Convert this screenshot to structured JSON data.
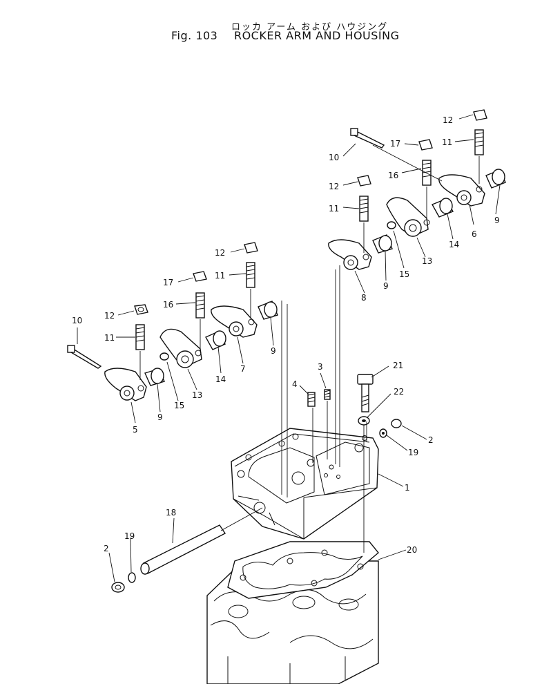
{
  "title": {
    "japanese": "ロッカ アーム および ハウジング",
    "figure": "Fig. 103",
    "english": "ROCKER ARM AND HOUSING"
  },
  "callouts": [
    "12",
    "17",
    "11",
    "10",
    "16",
    "6",
    "9",
    "12",
    "11",
    "15",
    "13",
    "14",
    "8",
    "9",
    "12",
    "11",
    "17",
    "16",
    "10",
    "12",
    "11",
    "5",
    "9",
    "15",
    "13",
    "14",
    "7",
    "9",
    "4",
    "3",
    "21",
    "22",
    "2",
    "19",
    "1",
    "18",
    "19",
    "2",
    "20"
  ]
}
